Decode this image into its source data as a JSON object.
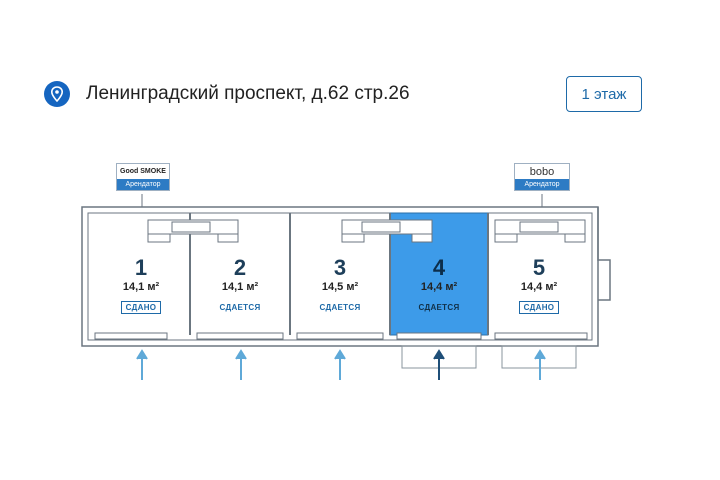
{
  "header": {
    "address": "Ленинградский проспект, д.62 стр.26",
    "floor_button": "1 этаж",
    "location_icon": "location-pin-icon",
    "accent_color": "#1565c0"
  },
  "tenants": [
    {
      "logo_text": "Good SMOKE",
      "role": "Арендатор"
    },
    {
      "logo_text": "bobo",
      "role": "Арендатор"
    }
  ],
  "units": [
    {
      "number": "1",
      "area": "14,1 м²",
      "status": "СДАНО",
      "highlighted": false
    },
    {
      "number": "2",
      "area": "14,1 м²",
      "status": "СДАЕТСЯ",
      "highlighted": false
    },
    {
      "number": "3",
      "area": "14,5 м²",
      "status": "СДАЕТСЯ",
      "highlighted": false
    },
    {
      "number": "4",
      "area": "14,4 м²",
      "status": "СДАЕТСЯ",
      "highlighted": true
    },
    {
      "number": "5",
      "area": "14,4 м²",
      "status": "СДАНО",
      "highlighted": false
    }
  ],
  "colors": {
    "highlight_fill": "#3d9be9",
    "wall": "#6b7680",
    "arrow": "#5fa9d8",
    "arrow_dark": "#1f4f78"
  }
}
